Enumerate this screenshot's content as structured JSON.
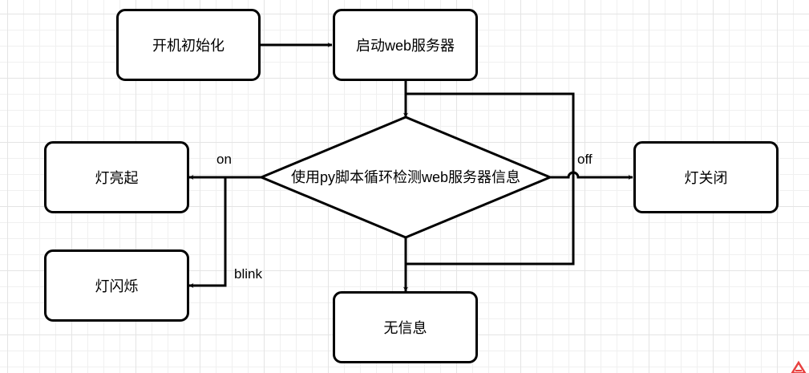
{
  "nodes": {
    "init": "开机初始化",
    "start_web": "启动web服务器",
    "decision": "使用py脚本循环检测web服务器信息",
    "light_on": "灯亮起",
    "light_off": "灯关闭",
    "light_blink": "灯闪烁",
    "no_info": "无信息"
  },
  "edge_labels": {
    "on": "on",
    "off": "off",
    "blink": "blink"
  },
  "icons": {
    "corner": "brand-logo-icon"
  },
  "colors": {
    "stroke": "#000000",
    "fill": "#ffffff",
    "logo": "#e8403f"
  }
}
